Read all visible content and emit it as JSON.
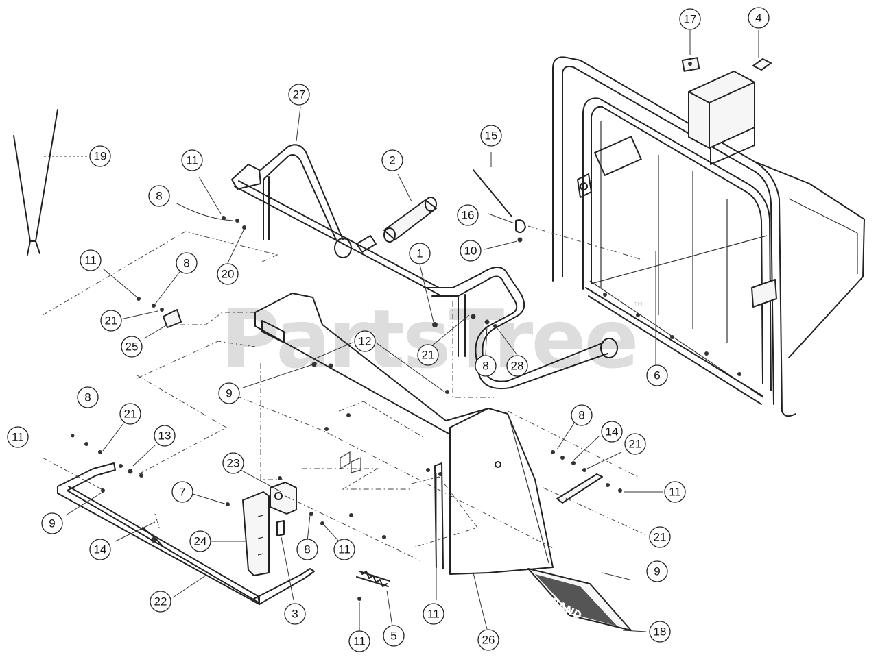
{
  "diagram": {
    "watermark": "PartsTree",
    "trademark": "™",
    "callouts": [
      {
        "label": "1"
      },
      {
        "label": "2"
      },
      {
        "label": "3"
      },
      {
        "label": "4"
      },
      {
        "label": "5"
      },
      {
        "label": "6"
      },
      {
        "label": "7"
      },
      {
        "label": "8"
      },
      {
        "label": "8"
      },
      {
        "label": "8"
      },
      {
        "label": "8"
      },
      {
        "label": "8"
      },
      {
        "label": "8"
      },
      {
        "label": "9"
      },
      {
        "label": "9"
      },
      {
        "label": "9"
      },
      {
        "label": "10"
      },
      {
        "label": "11"
      },
      {
        "label": "11"
      },
      {
        "label": "11"
      },
      {
        "label": "11"
      },
      {
        "label": "11"
      },
      {
        "label": "11"
      },
      {
        "label": "11"
      },
      {
        "label": "12"
      },
      {
        "label": "13"
      },
      {
        "label": "14"
      },
      {
        "label": "14"
      },
      {
        "label": "15"
      },
      {
        "label": "16"
      },
      {
        "label": "17"
      },
      {
        "label": "18"
      },
      {
        "label": "19"
      },
      {
        "label": "20"
      },
      {
        "label": "21"
      },
      {
        "label": "21"
      },
      {
        "label": "21"
      },
      {
        "label": "21"
      },
      {
        "label": "21"
      },
      {
        "label": "22"
      },
      {
        "label": "23"
      },
      {
        "label": "24"
      },
      {
        "label": "25"
      },
      {
        "label": "26"
      },
      {
        "label": "27"
      },
      {
        "label": "28"
      }
    ]
  }
}
